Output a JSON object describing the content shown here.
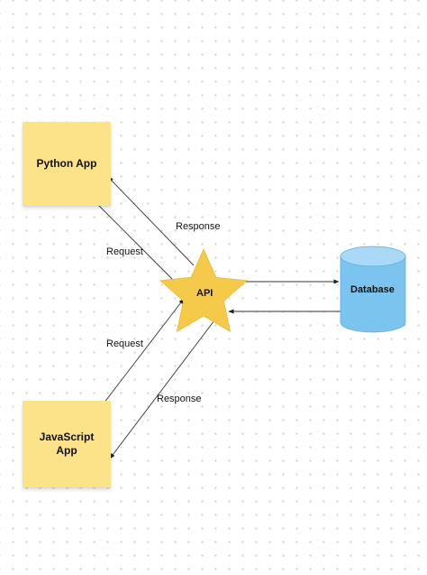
{
  "nodes": {
    "python_app": {
      "label": "Python App",
      "color": "#fce38a"
    },
    "javascript_app": {
      "label": "JavaScript\nApp",
      "color": "#fce38a"
    },
    "api": {
      "label": "API",
      "color": "#f5c94a"
    },
    "database": {
      "label": "Database",
      "color": "#7cc4f0"
    }
  },
  "edges": {
    "python_request": "Request",
    "python_response": "Response",
    "js_request": "Request",
    "js_response": "Response"
  },
  "colors": {
    "sticky": "#fce38a",
    "star": "#f5c94a",
    "cylinder": "#7cc4f0",
    "arrow": "#222222"
  }
}
